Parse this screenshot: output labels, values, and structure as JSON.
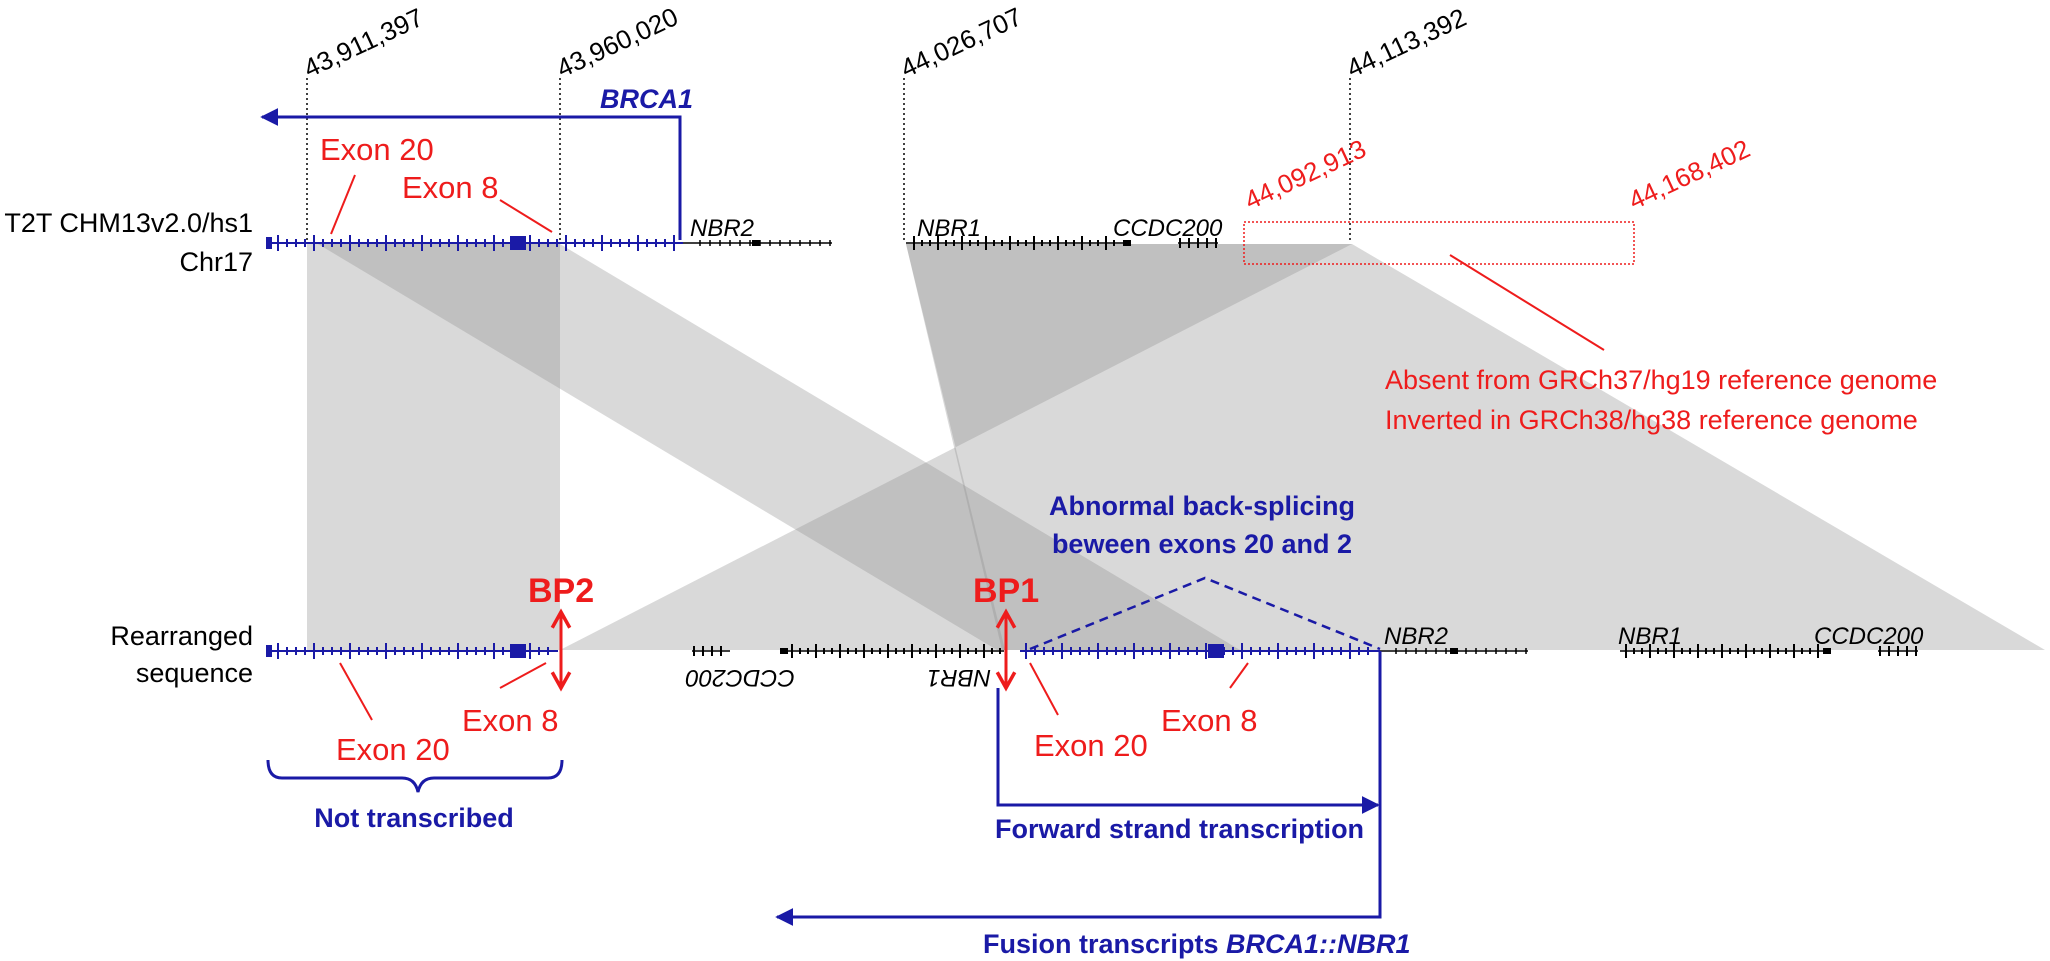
{
  "colors": {
    "blue": "#1a1aa6",
    "red": "#ee1c1c",
    "black": "#000000",
    "band": "#b3b3b3"
  },
  "coordinates": {
    "c1": "43,911,397",
    "c2": "43,960,020",
    "c3": "44,026,707",
    "c4": "44,113,392",
    "c5": "44,092,913",
    "c6": "44,168,402"
  },
  "reference": {
    "label_line1": "T2T CHM13v2.0/hs1",
    "label_line2": "Chr17",
    "gene_brca1": "BRCA1",
    "gene_nbr2": "NBR2",
    "gene_nbr1": "NBR1",
    "gene_ccdc200": "CCDC200",
    "exon20": "Exon 20",
    "exon8": "Exon 8"
  },
  "rearranged": {
    "label_line1": "Rearranged",
    "label_line2": "sequence",
    "bp1": "BP1",
    "bp2": "BP2",
    "exon20_left": "Exon 20",
    "exon8_left": "Exon 8",
    "exon20_right": "Exon 20",
    "exon8_right": "Exon 8",
    "gene_nbr2": "NBR2",
    "gene_nbr1": "NBR1",
    "gene_ccdc200": "CCDC200",
    "gene_nbr1_inverted": "NBR1",
    "gene_ccdc200_inverted": "CCDC200"
  },
  "annotations": {
    "absent_line1": "Absent from GRCh37/hg19 reference genome",
    "absent_line2": "Inverted in GRCh38/hg38 reference genome",
    "backsplice_line1": "Abnormal back-splicing",
    "backsplice_line2": "beween exons 20 and 2",
    "not_transcribed": "Not transcribed",
    "forward_strand": "Forward strand transcription",
    "fusion_prefix": "Fusion transcripts ",
    "fusion_gene": "BRCA1::NBR1"
  }
}
